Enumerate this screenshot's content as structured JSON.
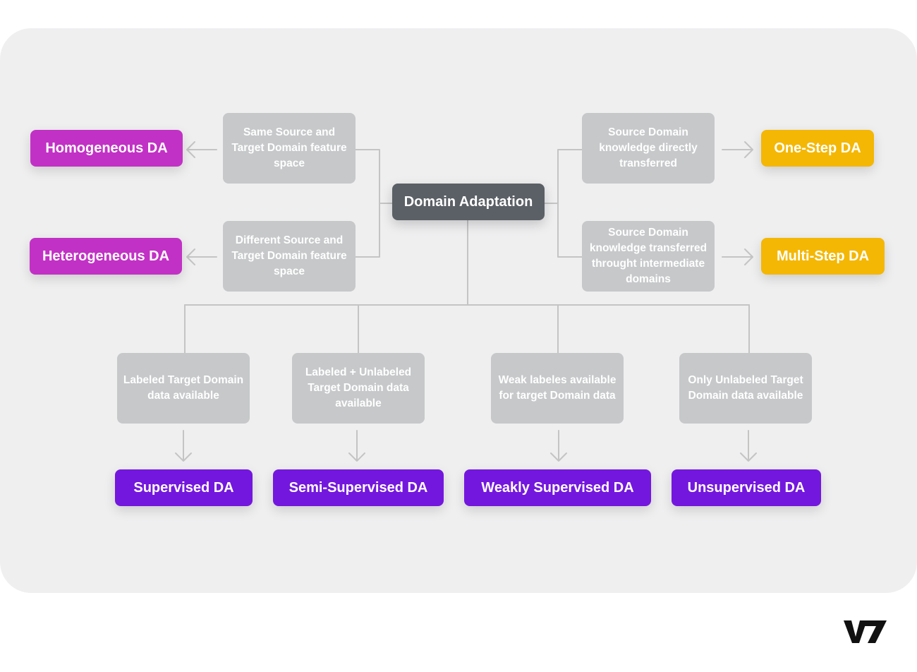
{
  "diagram": {
    "root": "Domain Adaptation",
    "conditions": {
      "same_feature_space": "Same Source and Target Domain feature space",
      "different_feature_space": "Different Source and Target Domain feature space",
      "directly_transferred": "Source Domain knowledge directly transferred",
      "intermediate_domains": "Source Domain knowledge transferred throught intermediate domains",
      "labeled": "Labeled Target Domain data available",
      "labeled_unlabeled": "Labeled + Unlabeled Target Domain data available",
      "weak_labels": "Weak labeles available for target Domain data",
      "only_unlabeled": "Only Unlabeled Target Domain data available"
    },
    "outcomes": {
      "homogeneous": "Homogeneous DA",
      "heterogeneous": "Heterogeneous DA",
      "one_step": "One-Step DA",
      "multi_step": "Multi-Step DA",
      "supervised": "Supervised DA",
      "semi_supervised": "Semi-Supervised DA",
      "weakly_supervised": "Weakly Supervised DA",
      "unsupervised": "Unsupervised DA"
    }
  },
  "colors": {
    "feature_space": "#c231c5",
    "steps": "#f4b703",
    "supervision": "#7417de",
    "condition": "#c6c8ca",
    "root": "#5b6066",
    "connector": "#c4c4c4"
  },
  "logo": {
    "name": "v7-logo"
  }
}
